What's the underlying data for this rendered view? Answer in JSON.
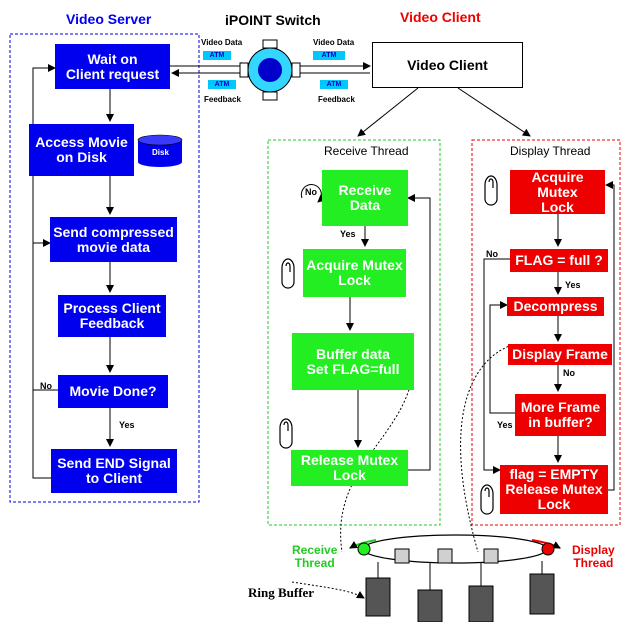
{
  "server": {
    "title": "Video Server",
    "steps": [
      "Wait on\nClient request",
      "Access Movie\non Disk",
      "Send compressed\nmovie data",
      "Process Client\nFeedback",
      "Movie Done?",
      "Send END Signal\nto Client"
    ],
    "disk": "Disk",
    "no": "No",
    "yes": "Yes"
  },
  "switch": {
    "title": "iPOINT Switch",
    "video_data_left": "Video Data",
    "video_data_right": "Video Data",
    "atm": "ATM",
    "feedback_left": "Feedback",
    "feedback_right": "Feedback"
  },
  "client": {
    "title": "Video Client",
    "box": "Video Client"
  },
  "receive": {
    "title": "Receive Thread",
    "steps": [
      "Receive\nData",
      "Acquire Mutex\nLock",
      "Buffer data\nSet FLAG=full",
      "Release Mutex\nLock"
    ],
    "no": "No",
    "yes": "Yes"
  },
  "display": {
    "title": "Display Thread",
    "steps": [
      "Acquire Mutex\nLock",
      "FLAG = full ?",
      "Decompress",
      "Display Frame",
      "More Frame\nin buffer?",
      "flag = EMPTY\nRelease Mutex\nLock"
    ],
    "no1": "No",
    "yes1": "Yes",
    "no2": "No",
    "yes2": "Yes"
  },
  "ring": {
    "label": "Ring Buffer",
    "receive_label": "Receive\nThread",
    "display_label": "Display\nThread"
  },
  "colors": {
    "server": "#0000ee",
    "receive": "#22ee22",
    "display": "#ee0000",
    "atm": "#00c8ff"
  }
}
